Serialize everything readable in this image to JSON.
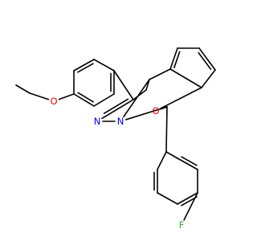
{
  "molecule": {
    "atom_labels": {
      "ether_oxygen": "O",
      "ring_oxygen": "O",
      "imine_nitrogen": "N",
      "amine_nitrogen": "N",
      "fluorine": "F"
    },
    "colors": {
      "bond": "#000000",
      "oxygen": "#ff0000",
      "nitrogen": "#0000ff",
      "fluorine": "#33aa33",
      "background": "#ffffff"
    }
  }
}
